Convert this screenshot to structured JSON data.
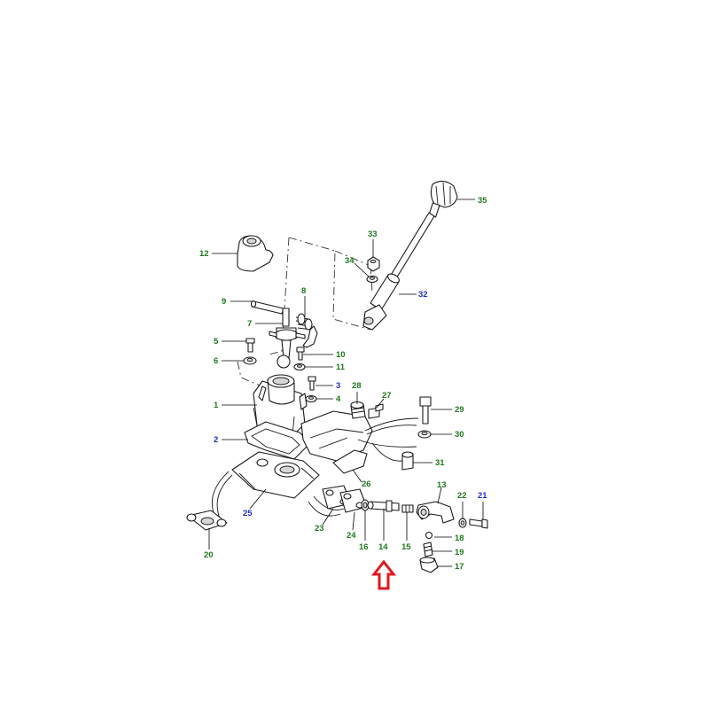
{
  "colors": {
    "callout_green": "#1e7a1e",
    "callout_blue": "#1f2fc8",
    "arrow_red": "#e0181e",
    "line": "#1a1a1a"
  },
  "callouts": {
    "c1": "1",
    "c2": "2",
    "c3": "3",
    "c4": "4",
    "c5": "5",
    "c6": "6",
    "c7": "7",
    "c8": "8",
    "c9": "9",
    "c10": "10",
    "c11": "11",
    "c12": "12",
    "c13": "13",
    "c14": "14",
    "c15": "15",
    "c16": "16",
    "c17": "17",
    "c18": "18",
    "c19": "19",
    "c20": "20",
    "c21": "21",
    "c22": "22",
    "c23": "23",
    "c24": "24",
    "c25": "25",
    "c26": "26",
    "c27": "27",
    "c28": "28",
    "c29": "29",
    "c30": "30",
    "c31": "31",
    "c32": "32",
    "c33": "33",
    "c34": "34",
    "c35": "35"
  },
  "highlight": {
    "icon": "up-arrow-icon",
    "points_to": "14"
  }
}
